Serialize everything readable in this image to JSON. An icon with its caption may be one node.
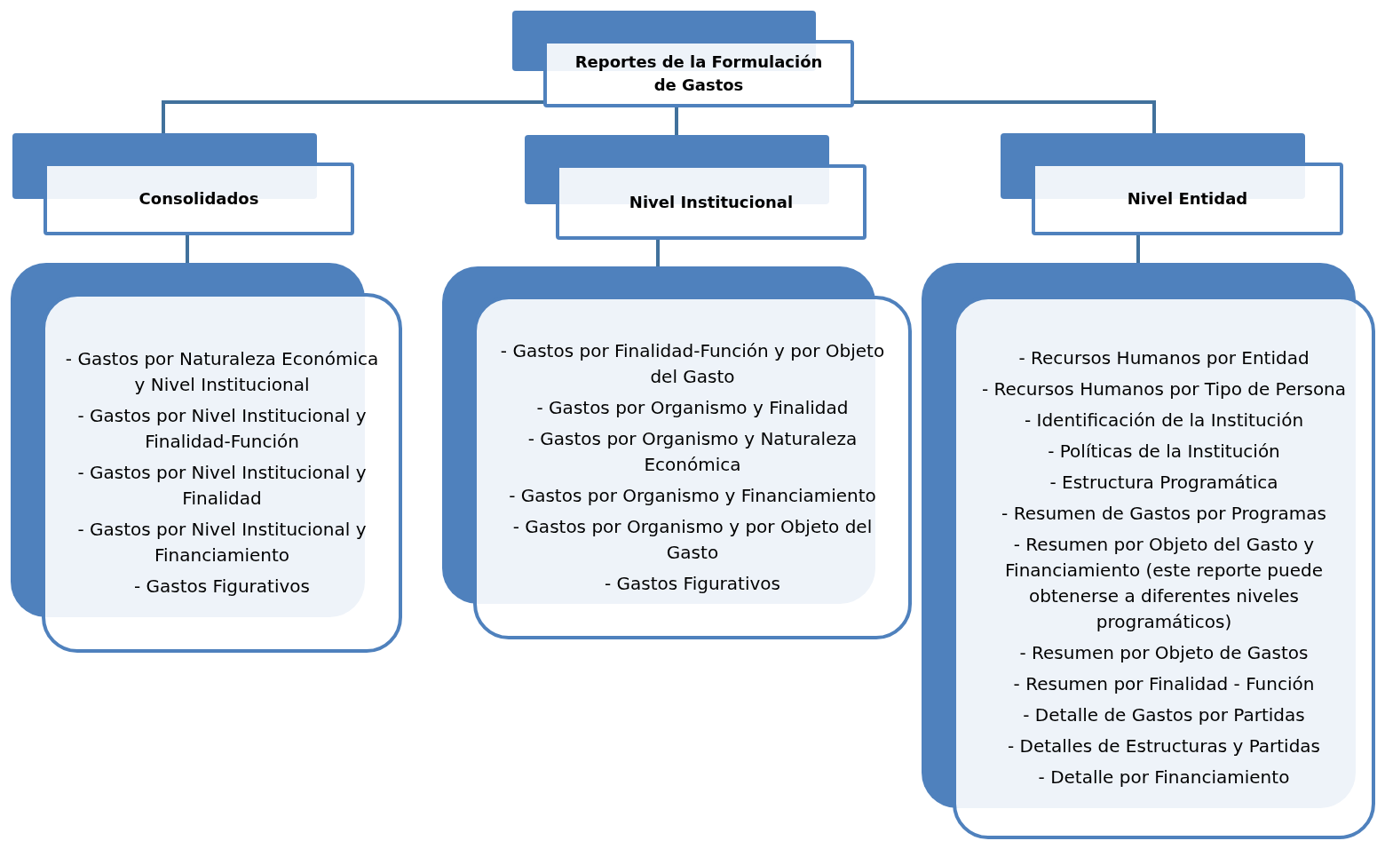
{
  "diagram": {
    "nodes": [
      {
        "text": [
          "Reportes de la Formulación de Gastos"
        ]
      },
      {
        "text": [
          "Consolidados"
        ]
      },
      {
        "text": [
          "Nivel Institucional"
        ]
      },
      {
        "text": [
          "Nivel Entidad"
        ]
      },
      {
        "text": [
          "- Gastos por Naturaleza Económica y Nivel Institucional",
          "- Gastos por Nivel Institucional y Finalidad-Función",
          "- Gastos por Nivel Institucional y Finalidad",
          "- Gastos por Nivel Institucional y Financiamiento",
          "- Gastos Figurativos"
        ]
      },
      {
        "text": [
          "- Gastos por Finalidad-Función y por Objeto del Gasto",
          "- Gastos por Organismo y Finalidad",
          "- Gastos por Organismo y Naturaleza Económica",
          "- Gastos por Organismo y Financiamiento",
          "- Gastos por Organismo y por Objeto del Gasto",
          "- Gastos Figurativos"
        ]
      },
      {
        "text": [
          "- Recursos Humanos por Entidad",
          "- Recursos Humanos por Tipo de Persona",
          "- Identificación de la Institución",
          "- Políticas de la Institución",
          "- Estructura Programática",
          "- Resumen de Gastos por Programas",
          "- Resumen por Objeto del Gasto y Financiamiento (este reporte puede obtenerse a diferentes niveles programáticos)",
          "- Resumen por Objeto de Gastos",
          "- Resumen por Finalidad - Función",
          "- Detalle de Gastos por Partidas",
          "- Detalles de Estructuras y Partidas",
          "- Detalle por Financiamiento"
        ]
      }
    ],
    "edges": [
      {
        "from": 0,
        "to": 1,
        "arrow": "none"
      },
      {
        "from": 0,
        "to": 2,
        "arrow": "none"
      },
      {
        "from": 0,
        "to": 3,
        "arrow": "none"
      },
      {
        "from": 1,
        "to": 4,
        "arrow": "none"
      },
      {
        "from": 2,
        "to": 5,
        "arrow": "none"
      },
      {
        "from": 3,
        "to": 6,
        "arrow": "none"
      }
    ]
  }
}
